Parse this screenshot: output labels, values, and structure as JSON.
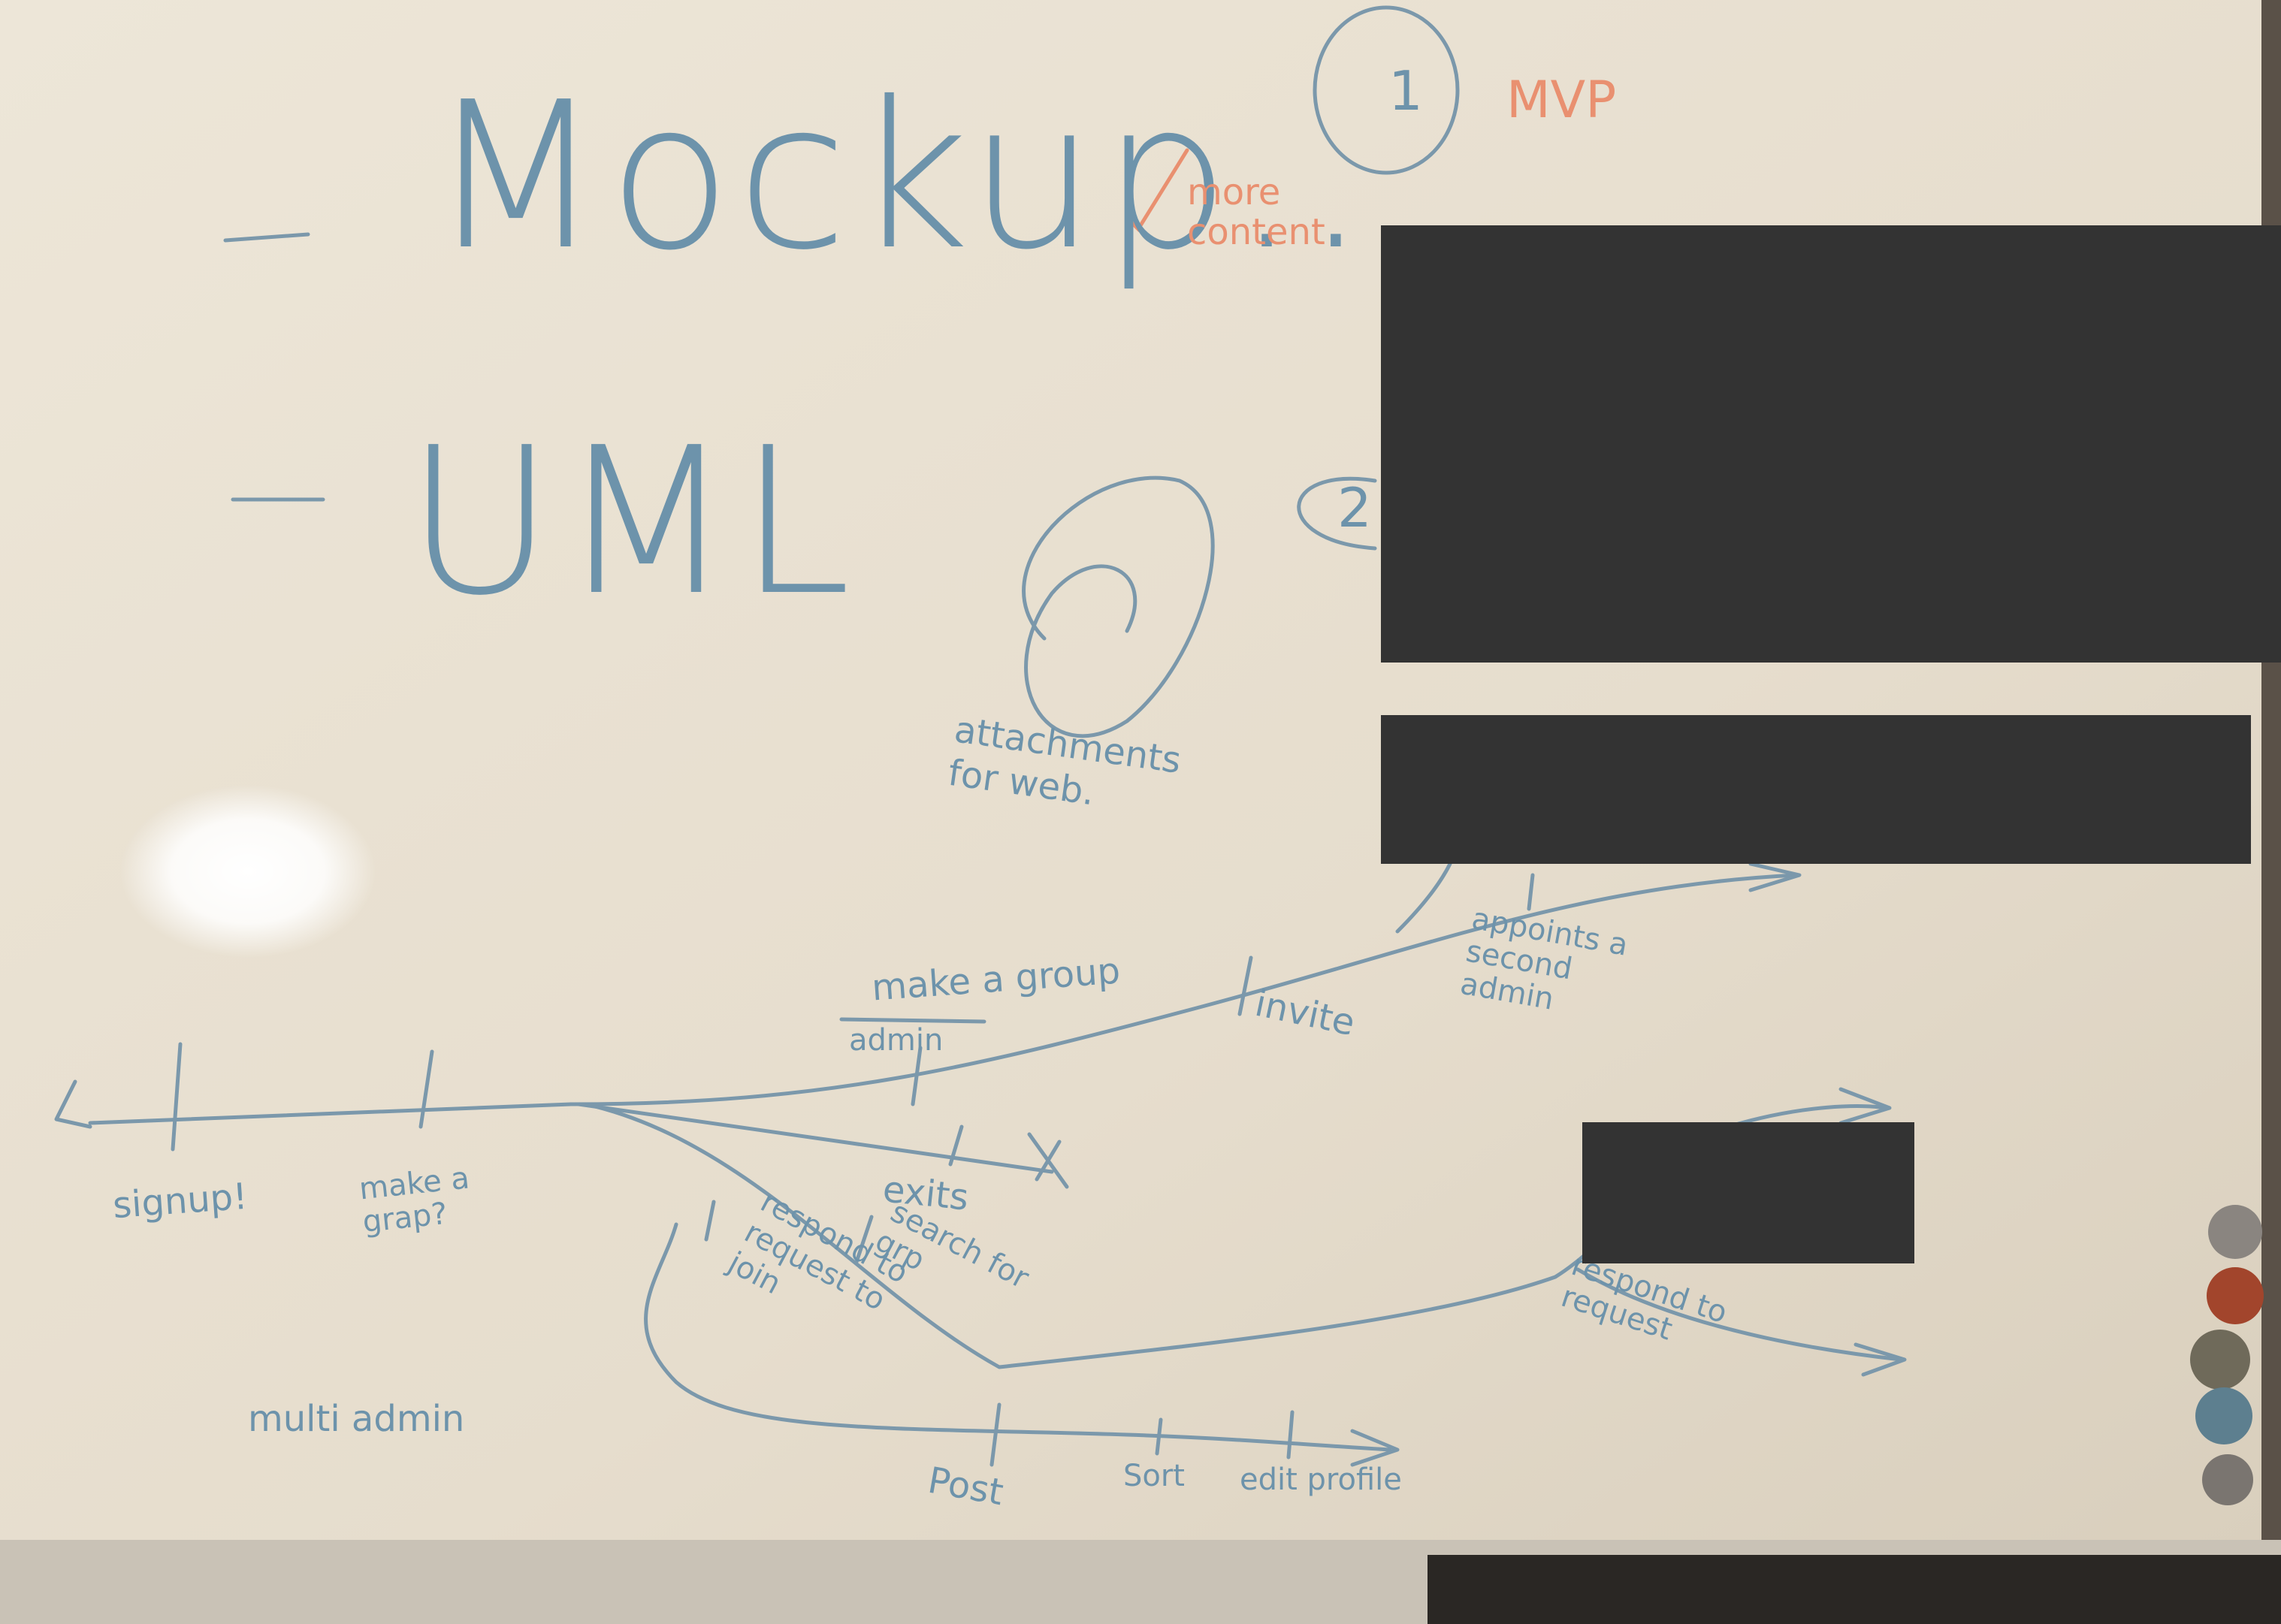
{
  "board": {
    "title_mockup": "Mockup...",
    "title_uml": "UML",
    "mvp_number": "1",
    "mvp_label": "MVP",
    "more_content": "more content",
    "circle_two": "2",
    "attachments_label": "attachments for web.",
    "timeline_labels": {
      "signup": "signup!",
      "make_grp": "make a grap?",
      "make_a_group": "make a group",
      "admin": "admin",
      "invite": "invite",
      "appoints": "appoints a second admin",
      "exits": "exits",
      "search_for": "search for grp",
      "respond_request_join": "respond to request to join",
      "respond_request": "respond to request",
      "post": "Post",
      "sort": "Sort",
      "edit_profile": "edit profile",
      "multi_admin": "multi admin"
    }
  },
  "colors": {
    "whiteboard": "#e8e0d2",
    "marker_blue": "#6d93ab",
    "marker_orange": "#e99070",
    "redaction": "#333333"
  }
}
